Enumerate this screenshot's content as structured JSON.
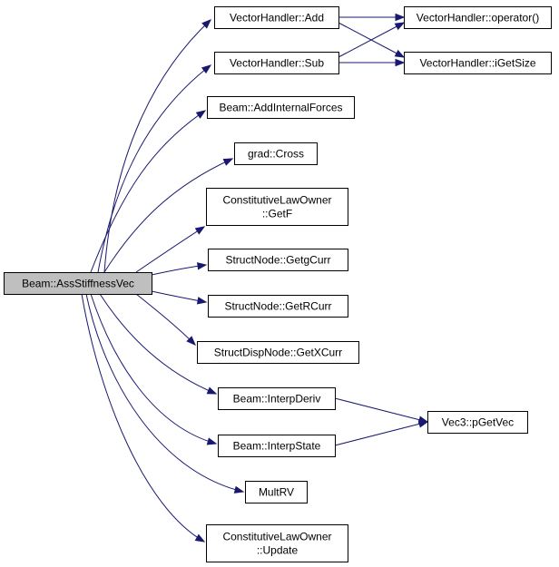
{
  "graph": {
    "root": "Beam::AssStiffnessVec",
    "nodes": {
      "root": [
        "Beam::AssStiffnessVec"
      ],
      "add": [
        "VectorHandler::Add"
      ],
      "sub": [
        "VectorHandler::Sub"
      ],
      "addint": [
        "Beam::AddInternalForces"
      ],
      "cross": [
        "grad::Cross"
      ],
      "getf": [
        "ConstitutiveLawOwner",
        "::GetF"
      ],
      "getg": [
        "StructNode::GetgCurr"
      ],
      "getr": [
        "StructNode::GetRCurr"
      ],
      "getx": [
        "StructDispNode::GetXCurr"
      ],
      "ideriv": [
        "Beam::InterpDeriv"
      ],
      "istate": [
        "Beam::InterpState"
      ],
      "multrv": [
        "MultRV"
      ],
      "update": [
        "ConstitutiveLawOwner",
        "::Update"
      ],
      "op": [
        "VectorHandler::operator()"
      ],
      "isize": [
        "VectorHandler::iGetSize"
      ],
      "pgetvec": [
        "Vec3::pGetVec"
      ]
    },
    "edges": [
      [
        "root",
        "add"
      ],
      [
        "root",
        "sub"
      ],
      [
        "root",
        "addint"
      ],
      [
        "root",
        "cross"
      ],
      [
        "root",
        "getf"
      ],
      [
        "root",
        "getg"
      ],
      [
        "root",
        "getr"
      ],
      [
        "root",
        "getx"
      ],
      [
        "root",
        "ideriv"
      ],
      [
        "root",
        "istate"
      ],
      [
        "root",
        "multrv"
      ],
      [
        "root",
        "update"
      ],
      [
        "add",
        "op"
      ],
      [
        "add",
        "isize"
      ],
      [
        "sub",
        "op"
      ],
      [
        "sub",
        "isize"
      ],
      [
        "ideriv",
        "pgetvec"
      ],
      [
        "istate",
        "pgetvec"
      ]
    ],
    "edge_color": "#191970",
    "root_fill": "#bfbfbf"
  }
}
